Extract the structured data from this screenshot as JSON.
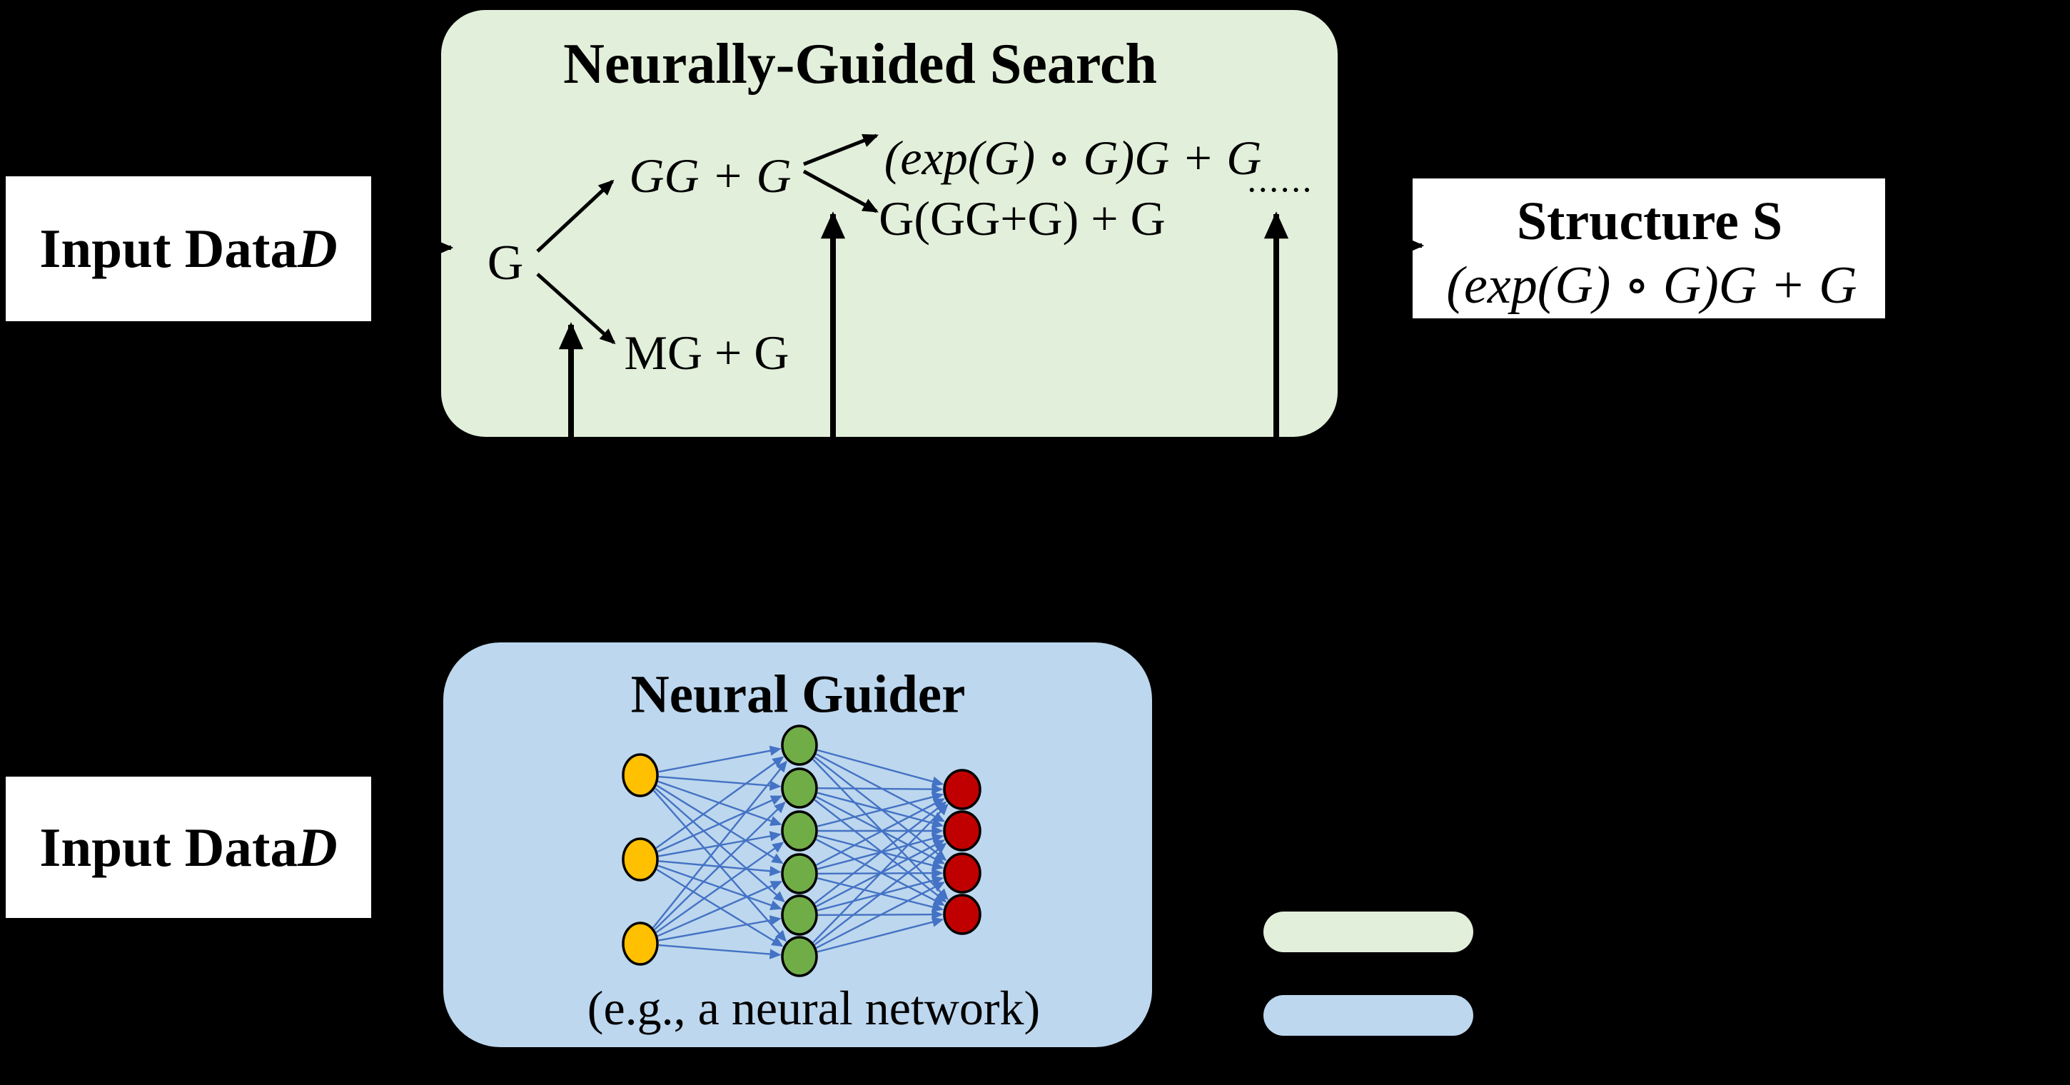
{
  "colors": {
    "background": "#000000",
    "box_green": "#E2EFDA",
    "box_blue": "#BDD7EE",
    "box_white": "#FFFFFF",
    "text": "#000000",
    "arrow_black": "#000000",
    "net_edge": "#4472C4",
    "node_input": "#FFC000",
    "node_hidden": "#70AD47",
    "node_output": "#C00000",
    "node_outline": "#000000"
  },
  "input_top": {
    "label": "Input Data ",
    "var": "D"
  },
  "input_bottom": {
    "label": "Input Data ",
    "var": "D"
  },
  "search": {
    "title": "Neurally-Guided Search",
    "tree": {
      "root": "G",
      "branch1": "GG + G",
      "branch2": "MG + G",
      "leaf1": "(exp(G) ∘ G)G + G",
      "leaf2": "G(GG+G) + G",
      "dots": "●●●●●●"
    }
  },
  "structure": {
    "title": "Structure S",
    "formula": "(exp(G) ∘ G)G + G"
  },
  "guider": {
    "title": "Neural Guider",
    "caption": "(e.g., a neural network)",
    "network": {
      "edge_color": "#4472C4",
      "layers": [
        {
          "name": "input-layer",
          "color": "#FFC000",
          "count": 3
        },
        {
          "name": "hidden-layer",
          "color": "#70AD47",
          "count": 6
        },
        {
          "name": "output-layer",
          "color": "#C00000",
          "count": 4
        }
      ]
    }
  },
  "legend": {
    "items": [
      {
        "name": "neurally-guided-search",
        "color": "#E2EFDA"
      },
      {
        "name": "neural-guider",
        "color": "#BDD7EE"
      }
    ]
  }
}
